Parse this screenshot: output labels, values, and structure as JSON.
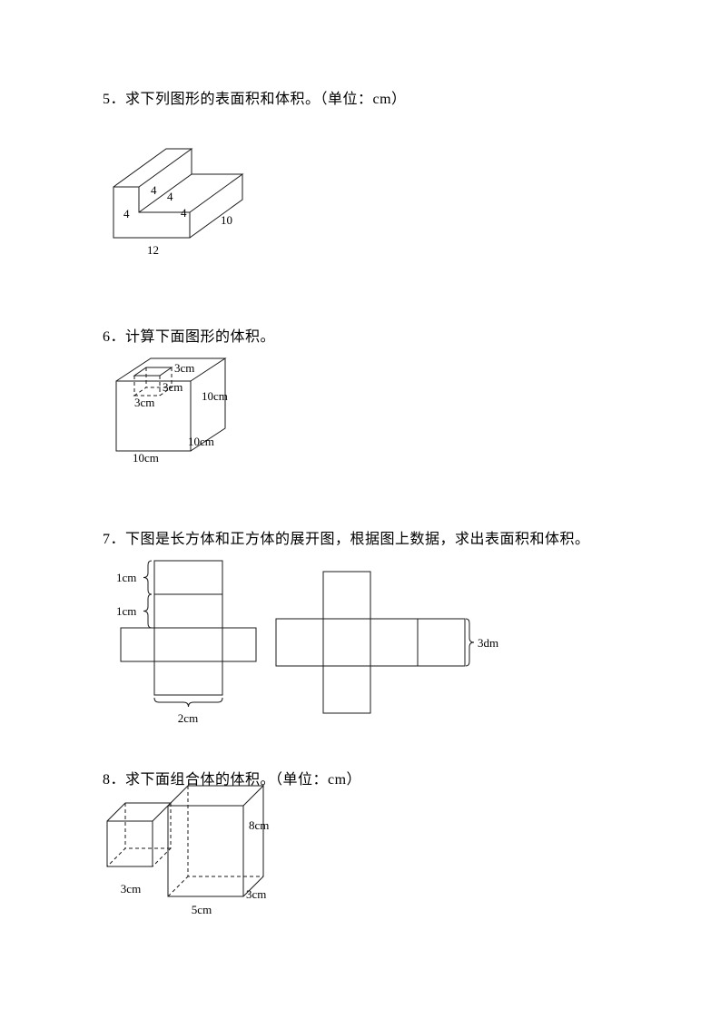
{
  "problems": {
    "p5": {
      "title": "5．求下列图形的表面积和体积。（单位：cm）"
    },
    "p6": {
      "title": "6．计算下面图形的体积。"
    },
    "p7": {
      "title": "7．下图是长方体和正方体的展开图，根据图上数据，求出表面积和体积。"
    },
    "p8": {
      "title": "8．求下面组合体的体积。（单位：cm）"
    }
  },
  "figures": {
    "fig5": {
      "type": "step-solid",
      "labels": {
        "step_height": "4",
        "step_tread": "4",
        "front_left": "4",
        "front_right": "4",
        "depth": "10",
        "bottom_length": "12"
      }
    },
    "fig6": {
      "type": "cube-with-notch",
      "labels": {
        "notch_edge_top": "3cm",
        "notch_depth": "3cm",
        "notch_edge_bottom": "3cm",
        "cube_height": "10cm",
        "cube_depth": "10cm",
        "cube_width": "10cm"
      }
    },
    "fig7": {
      "type": "box-and-cube-nets",
      "labels": {
        "row1_height": "1cm",
        "row2_height": "1cm",
        "bottom_width": "2cm",
        "cube_edge": "3dm"
      }
    },
    "fig8": {
      "type": "composite-solid",
      "labels": {
        "big_height": "8cm",
        "big_depth": "3cm",
        "big_width": "5cm",
        "small_edge": "3cm"
      }
    }
  }
}
